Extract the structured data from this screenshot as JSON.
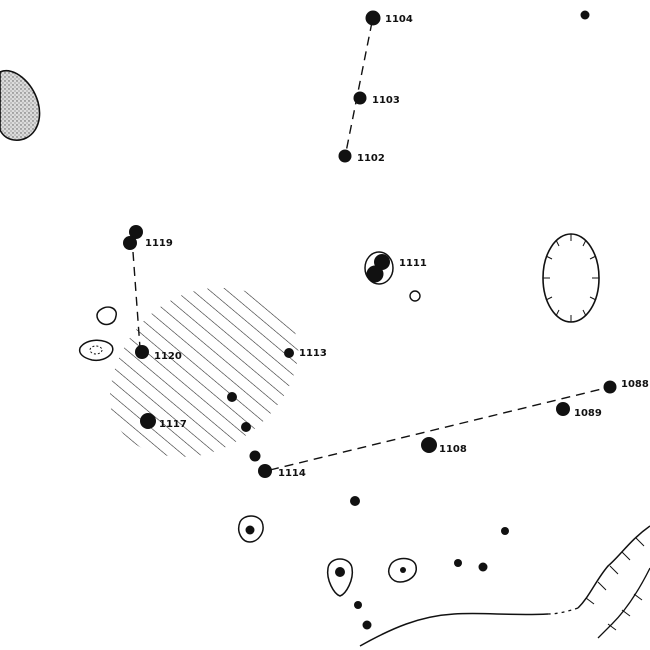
{
  "labels": {
    "p1104": "1104",
    "p1103": "1103",
    "p1102": "1102",
    "p1119": "1119",
    "p1111": "1111",
    "p1120": "1120",
    "p1113": "1113",
    "p1117": "1117",
    "p1114": "1114",
    "p1108": "1108",
    "p1089": "1089",
    "p1088": "1088"
  },
  "colors": {
    "ink": "#111111",
    "stipple": "#555555",
    "hatch": "#222222",
    "background": "#ffffff"
  }
}
